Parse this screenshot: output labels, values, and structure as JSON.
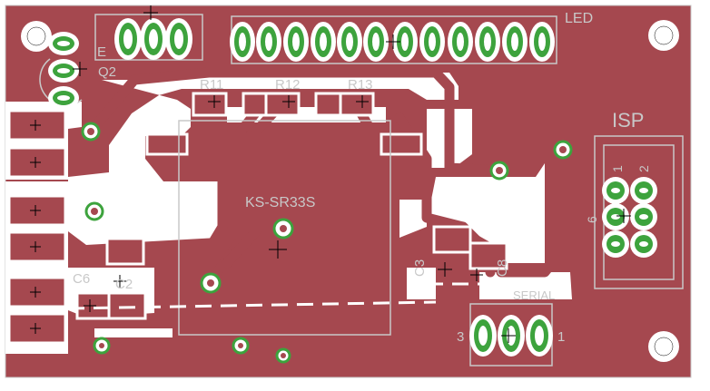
{
  "colors": {
    "copper": "#a5484f",
    "clearance": "#ffffff",
    "silkscreen": "#c8c8c8",
    "pad_ring": "#3da33d",
    "cross": "#000000"
  },
  "labels": {
    "led": "LED",
    "e": "E",
    "q2": "Q2",
    "r11": "R11",
    "r12": "R12",
    "r13": "R13",
    "isp": "ISP",
    "isp_pin1": "1",
    "isp_pin2": "2",
    "isp_pin6": "6",
    "module": "KS-SR33S",
    "c3": "C3",
    "c6": "C6",
    "c2": "C2",
    "c8": "C8",
    "serial": "SERIAL",
    "serial_pin3": "3",
    "serial_pin1": "1"
  },
  "icons": {
    "mounting_hole": "mounting-hole-icon",
    "through_hole_pad": "through-hole-pad-icon",
    "via": "via-icon",
    "origin_cross": "origin-cross-icon",
    "smd_pad": "smd-pad-icon"
  }
}
